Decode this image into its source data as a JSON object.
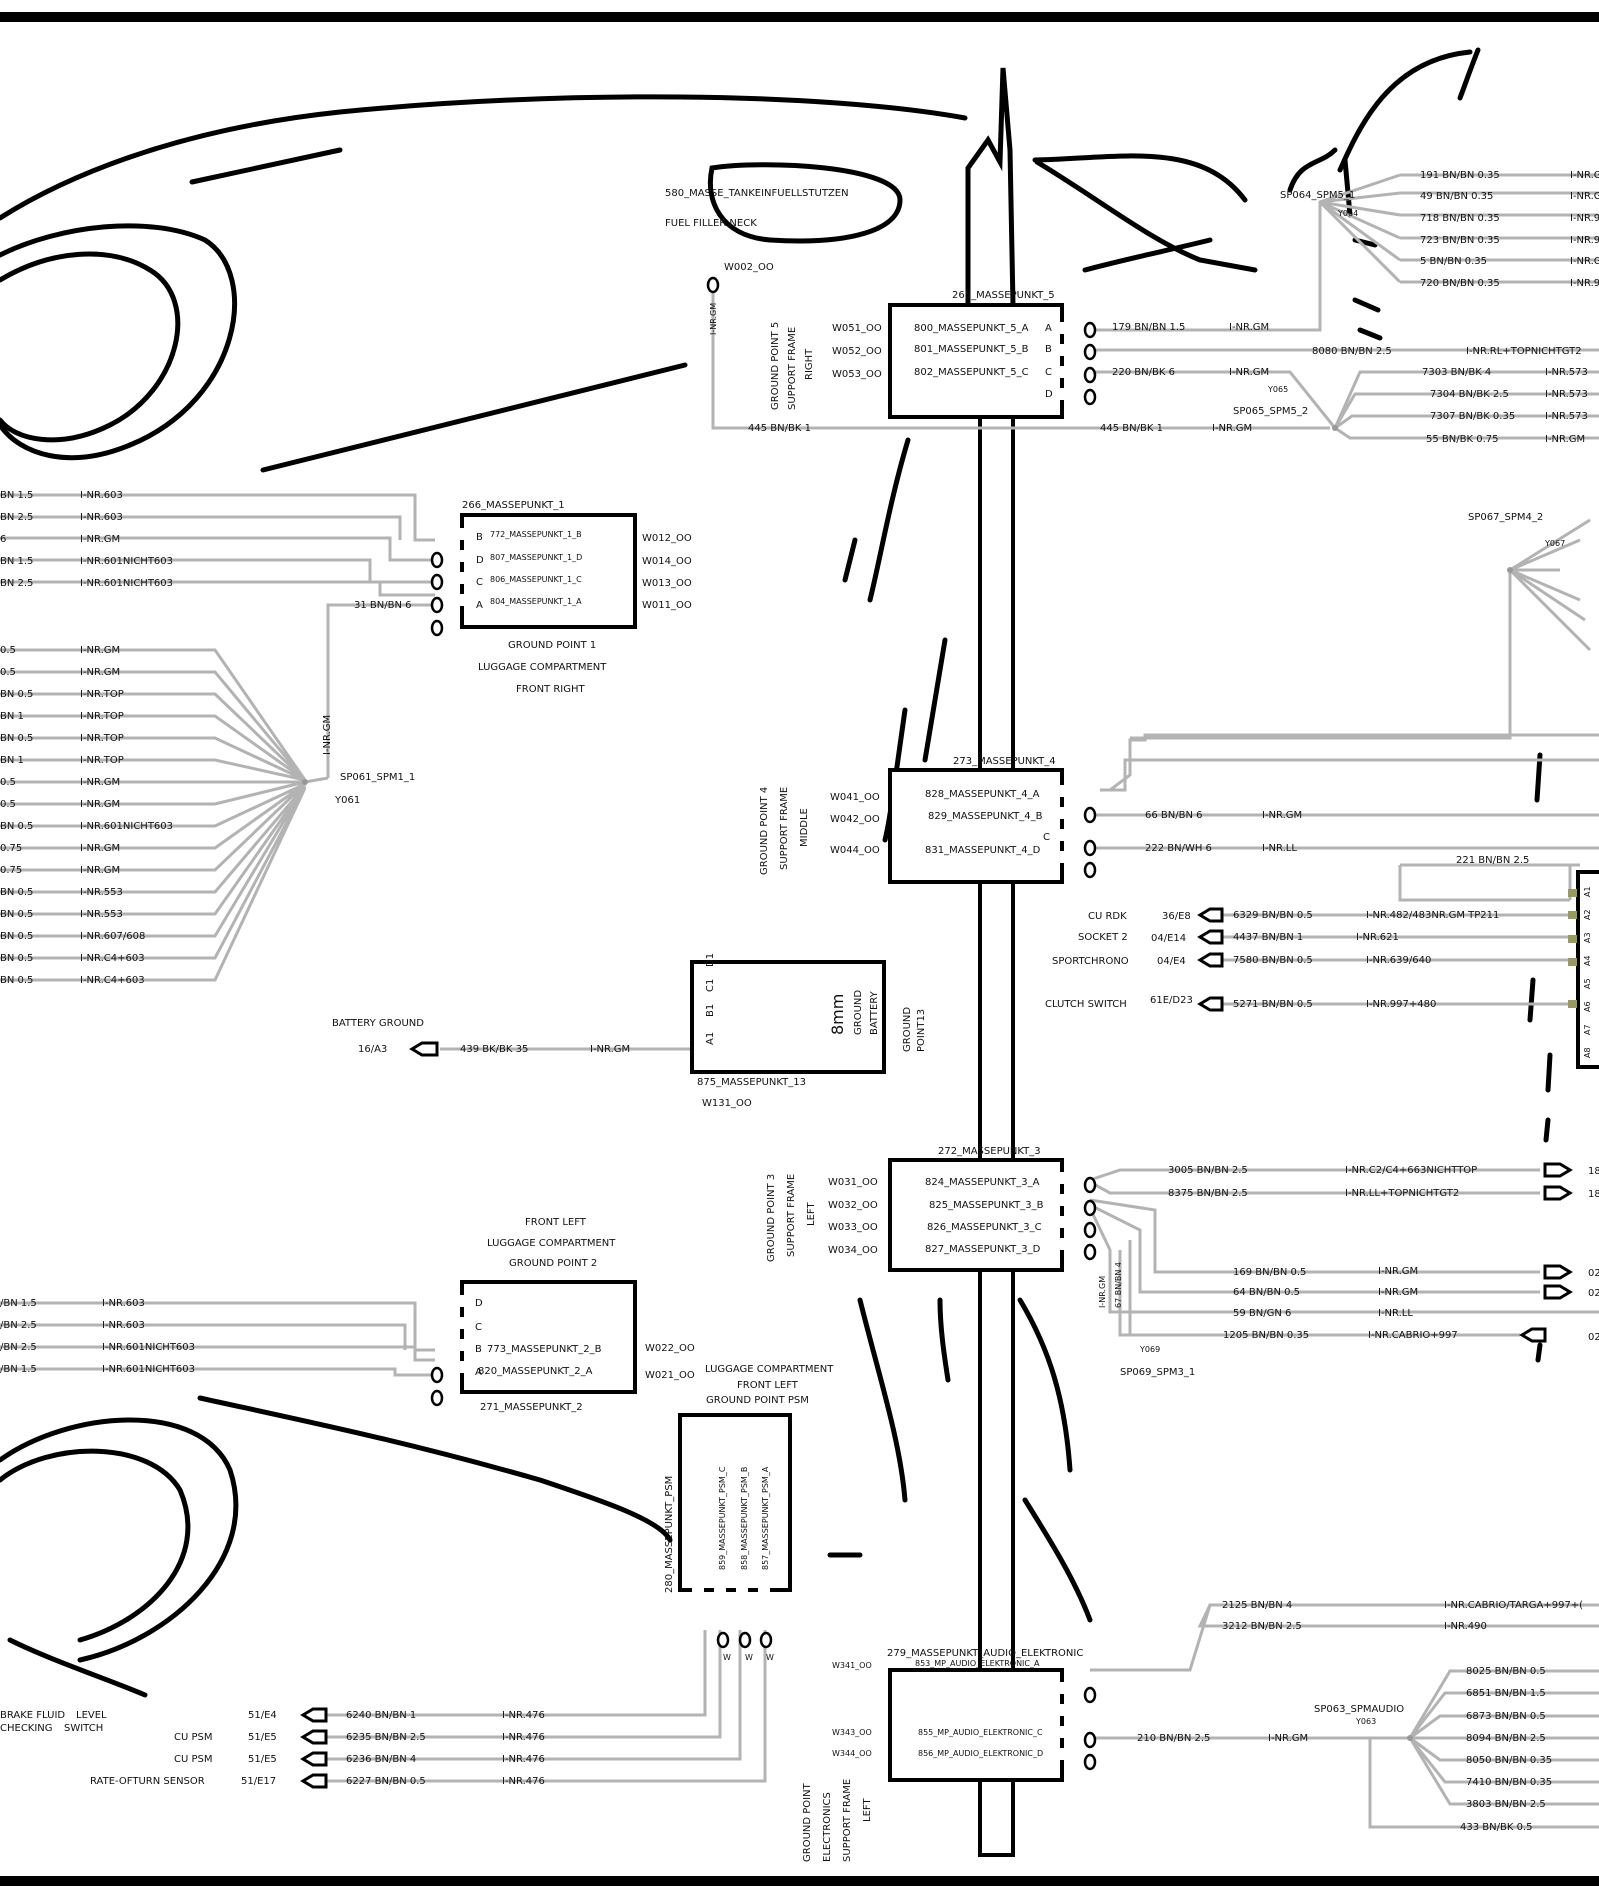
{
  "grounds": {
    "gp5": {
      "title": "265_MASSEPUNKT_5",
      "pins": [
        "800_MASSEPUNKT_5_A",
        "801_MASSEPUNKT_5_B",
        "802_MASSEPUNKT_5_C"
      ],
      "letters": [
        "A",
        "B",
        "C",
        "D"
      ],
      "wires": [
        "W051_OO",
        "W052_OO",
        "W053_OO"
      ],
      "side_label": [
        "GROUND POINT 5",
        "SUPPORT FRAME",
        "RIGHT"
      ]
    },
    "gp1": {
      "title": "266_MASSEPUNKT_1",
      "pins": [
        "772_MASSEPUNKT_1_B",
        "807_MASSEPUNKT_1_D",
        "806_MASSEPUNKT_1_C",
        "804_MASSEPUNKT_1_A"
      ],
      "letters": [
        "B",
        "D",
        "C",
        "A"
      ],
      "wires": [
        "W012_OO",
        "W014_OO",
        "W013_OO",
        "W011_OO"
      ],
      "caption": [
        "GROUND POINT 1",
        "LUGGAGE COMPARTMENT",
        "FRONT RIGHT"
      ]
    },
    "gp4": {
      "title": "273_MASSEPUNKT_4",
      "pins": [
        "828_MASSEPUNKT_4_A",
        "829_MASSEPUNKT_4_B",
        "831_MASSEPUNKT_4_D"
      ],
      "letter_c": "C",
      "wires": [
        "W041_OO",
        "W042_OO",
        "W044_OO"
      ],
      "side_label": [
        "GROUND POINT 4",
        "SUPPORT FRAME",
        "MIDDLE"
      ]
    },
    "gp13": {
      "title": "875_MASSEPUNKT_13",
      "wire": "W131_OO",
      "pins": [
        "A1",
        "B1",
        "C1",
        "D1"
      ],
      "size": "8mm",
      "inner_label": [
        "GROUND",
        "BATTERY"
      ],
      "side_label": [
        "GROUND",
        "POINT13"
      ]
    },
    "gp3": {
      "title": "272_MASSEPUNKT_3",
      "pins": [
        "824_MASSEPUNKT_3_A",
        "825_MASSEPUNKT_3_B",
        "826_MASSEPUNKT_3_C",
        "827_MASSEPUNKT_3_D"
      ],
      "wires": [
        "W031_OO",
        "W032_OO",
        "W033_OO",
        "W034_OO"
      ],
      "side_label": [
        "GROUND POINT 3",
        "SUPPORT FRAME",
        "LEFT"
      ]
    },
    "gp2": {
      "title": "271_MASSEPUNKT_2",
      "caption_top": [
        "FRONT LEFT",
        "LUGGAGE COMPARTMENT",
        "GROUND POINT 2"
      ],
      "letters": [
        "D",
        "C",
        "B",
        "A"
      ],
      "pins": [
        "773_MASSEPUNKT_2_B",
        "820_MASSEPUNKT_2_A"
      ],
      "wires": [
        "W022_OO",
        "W021_OO"
      ]
    },
    "psm": {
      "title": "280_MASSEPUNKT_PSM",
      "caption": [
        "LUGGAGE COMPARTMENT",
        "FRONT LEFT",
        "GROUND POINT PSM"
      ],
      "pins": [
        "859_MASSEPUNKT_PSM_C",
        "858_MASSEPUNKT_PSM_B",
        "857_MASSEPUNKT_PSM_A"
      ],
      "wire_tags": [
        "W",
        "W",
        "W"
      ]
    },
    "audio": {
      "title": "279_MASSEPUNKT_AUDIO_ELEKTRONIC",
      "pins": [
        "853_MP_AUDIO_ELEKTRONIC_A",
        "855_MP_AUDIO_ELEKTRONIC_C",
        "856_MP_AUDIO_ELEKTRONIC_D"
      ],
      "wires": [
        "W341_OO",
        "W343_OO",
        "W344_OO"
      ],
      "side_label": [
        "GROUND POINT",
        "ELECTRONICS",
        "SUPPORT FRAME",
        "LEFT"
      ]
    }
  },
  "labels": {
    "fuel_code": "580_MASSE_TANKEINFUELLSTUTZEN",
    "fuel_name": "FUEL FILLER NECK",
    "w002": "W002_OO",
    "w002_nr": "I-NR.GM",
    "sp064": "SP064_SPM5_1",
    "y064": "Y064",
    "sp065": "SP065_SPM5_2",
    "y065": "Y065",
    "sp067": "SP067_SPM4_2",
    "y067": "Y067",
    "sp061": "SP061_SPM1_1",
    "y061": "Y061",
    "sp061_nr": "I-NR.GM",
    "sp069": "SP069_SPM3_1",
    "y069": "Y069",
    "sp063": "SP063_SPMAUDIO",
    "y063": "Y063",
    "battery_ground": "BATTERY GROUND",
    "brake_fluid": [
      "BRAKE FLUID",
      "LEVEL",
      "CHECKING",
      "SWITCH"
    ],
    "gp3_wire_tags": [
      "I-NR.GM",
      "67 BN/BN 4"
    ]
  },
  "top_right_wires": [
    {
      "wire": "191 BN/BN 0.35",
      "nr": "I-NR.G"
    },
    {
      "wire": "49 BN/BN 0.35",
      "nr": "I-NR.G"
    },
    {
      "wire": "718 BN/BN 0.35",
      "nr": "I-NR.9"
    },
    {
      "wire": "723 BN/BN 0.35",
      "nr": "I-NR.9"
    },
    {
      "wire": "5 BN/BN 0.35",
      "nr": "I-NR.G"
    },
    {
      "wire": "720 BN/BN 0.35",
      "nr": "I-NR.9"
    }
  ],
  "gp5_wires": [
    {
      "wire": "179 BN/BN 1.5",
      "nr": "I-NR.GM"
    },
    {
      "wire": "8080 BN/BN 2.5",
      "nr": "I-NR.RL+TOPNICHTGT2"
    },
    {
      "wire": "220 BN/BK 6",
      "nr": "I-NR.GM"
    },
    {
      "wire": "445 BN/BK 1",
      "nr": "I-NR.GM"
    },
    {
      "wire": "445 BN/BK 1",
      "nr": ""
    }
  ],
  "sp065_wires": [
    {
      "wire": "7303 BN/BK 4",
      "nr": "I-NR.573"
    },
    {
      "wire": "7304 BN/BK 2.5",
      "nr": "I-NR.573"
    },
    {
      "wire": "7307 BN/BK 0.35",
      "nr": "I-NR.573"
    },
    {
      "wire": "55 BN/BK 0.75",
      "nr": "I-NR.GM"
    }
  ],
  "gp1_left_wires": [
    {
      "wire": "BN 1.5",
      "nr": "I-NR.603"
    },
    {
      "wire": "BN 2.5",
      "nr": "I-NR.603"
    },
    {
      "wire": "6",
      "nr": "I-NR.GM"
    },
    {
      "wire": "BN 1.5",
      "nr": "I-NR.601NICHT603"
    },
    {
      "wire": "BN 2.5",
      "nr": "I-NR.601NICHT603"
    }
  ],
  "gp1_sp_wire": "31 BN/BN 6",
  "sp061_wires": [
    {
      "wire": "0.5",
      "nr": "I-NR.GM"
    },
    {
      "wire": "0.5",
      "nr": "I-NR.GM"
    },
    {
      "wire": "BN 0.5",
      "nr": "I-NR.TOP"
    },
    {
      "wire": "BN 1",
      "nr": "I-NR.TOP"
    },
    {
      "wire": "BN 0.5",
      "nr": "I-NR.TOP"
    },
    {
      "wire": "BN 1",
      "nr": "I-NR.TOP"
    },
    {
      "wire": "0.5",
      "nr": "I-NR.GM"
    },
    {
      "wire": "0.5",
      "nr": "I-NR.GM"
    },
    {
      "wire": "BN 0.5",
      "nr": "I-NR.601NICHT603"
    },
    {
      "wire": "0.75",
      "nr": "I-NR.GM"
    },
    {
      "wire": "0.75",
      "nr": "I-NR.GM"
    },
    {
      "wire": "BN 0.5",
      "nr": "I-NR.553"
    },
    {
      "wire": "BN 0.5",
      "nr": "I-NR.553"
    },
    {
      "wire": "BN 0.5",
      "nr": "I-NR.607/608"
    },
    {
      "wire": "BN 0.5",
      "nr": "I-NR.C4+603"
    },
    {
      "wire": "BN 0.5",
      "nr": "I-NR.C4+603"
    }
  ],
  "gp4_wires": [
    {
      "wire": "66 BN/BN 6",
      "nr": "I-NR.GM"
    },
    {
      "wire": "222 BN/WH 6",
      "nr": "I-NR.LL"
    },
    {
      "wire": "221 BN/BN 2.5",
      "nr": ""
    }
  ],
  "connector_wires": [
    {
      "device": "CU RDK",
      "pin": "36/E8",
      "wire": "6329 BN/BN 0.5",
      "nr": "I-NR.482/483NR.GM TP211"
    },
    {
      "device": "SOCKET 2",
      "pin": "04/E14",
      "wire": "4437 BN/BN 1",
      "nr": "I-NR.621"
    },
    {
      "device": "SPORTCHRONO",
      "pin": "04/E4",
      "wire": "7580 BN/BN 0.5",
      "nr": "I-NR.639/640"
    },
    {
      "device": "CLUTCH SWITCH",
      "pin": "61E/D23",
      "wire": "5271 BN/BN 0.5",
      "nr": "I-NR.997+480"
    }
  ],
  "connector_pins": [
    "A1",
    "A2",
    "A3",
    "A4",
    "A5",
    "A6",
    "A7",
    "A8"
  ],
  "battery_wire": {
    "pin": "16/A3",
    "wire": "439 BK/BK 35",
    "nr": "I-NR.GM"
  },
  "gp3_wires": [
    {
      "wire": "3005 BN/BN 2.5",
      "nr": "I-NR.C2/C4+663NICHTTOP",
      "end": "18"
    },
    {
      "wire": "8375 BN/BN 2.5",
      "nr": "I-NR.LL+TOPNICHTGT2",
      "end": "18"
    },
    {
      "wire": "169 BN/BN 0.5",
      "nr": "I-NR.GM",
      "end": "02"
    },
    {
      "wire": "64 BN/BN 0.5",
      "nr": "I-NR.GM",
      "end": "02"
    },
    {
      "wire": "59 BN/GN 6",
      "nr": "I-NR.LL",
      "end": ""
    },
    {
      "wire": "1205 BN/BN 0.35",
      "nr": "I-NR.CABRIO+997",
      "end": "02"
    }
  ],
  "gp2_left_wires": [
    {
      "wire": "/BN 1.5",
      "nr": "I-NR.603"
    },
    {
      "wire": "/BN 2.5",
      "nr": "I-NR.603"
    },
    {
      "wire": "/BN 2.5",
      "nr": "I-NR.601NICHT603"
    },
    {
      "wire": "/BN 1.5",
      "nr": "I-NR.601NICHT603"
    }
  ],
  "psm_wires": [
    {
      "device": "",
      "pin": "51/E4",
      "wire": "6240 BN/BN 1",
      "nr": "I-NR.476"
    },
    {
      "device": "CU PSM",
      "pin": "51/E5",
      "wire": "6235 BN/BN 2.5",
      "nr": "I-NR.476"
    },
    {
      "device": "CU PSM",
      "pin": "51/E5",
      "wire": "6236 BN/BN 4",
      "nr": "I-NR.476"
    },
    {
      "device": "RATE-OFTURN SENSOR",
      "pin": "51/E17",
      "wire": "6227 BN/BN 0.5",
      "nr": "I-NR.476"
    }
  ],
  "audio_wires": [
    {
      "wire": "2125 BN/BN 4",
      "nr": "I-NR.CABRIO/TARGA+997+("
    },
    {
      "wire": "3212 BN/BN 2.5",
      "nr": "I-NR.490"
    },
    {
      "wire": "210 BN/BN 2.5",
      "nr": "I-NR.GM"
    }
  ],
  "sp063_wires": [
    {
      "wire": "8025 BN/BN 0.5"
    },
    {
      "wire": "6851 BN/BN 1.5"
    },
    {
      "wire": "6873 BN/BN 0.5"
    },
    {
      "wire": "8094 BN/BN 2.5"
    },
    {
      "wire": "8050 BN/BN 0.35"
    },
    {
      "wire": "7410 BN/BN 0.35"
    },
    {
      "wire": "3803 BN/BN 2.5"
    },
    {
      "wire": "433 BN/BK 0.5"
    }
  ]
}
